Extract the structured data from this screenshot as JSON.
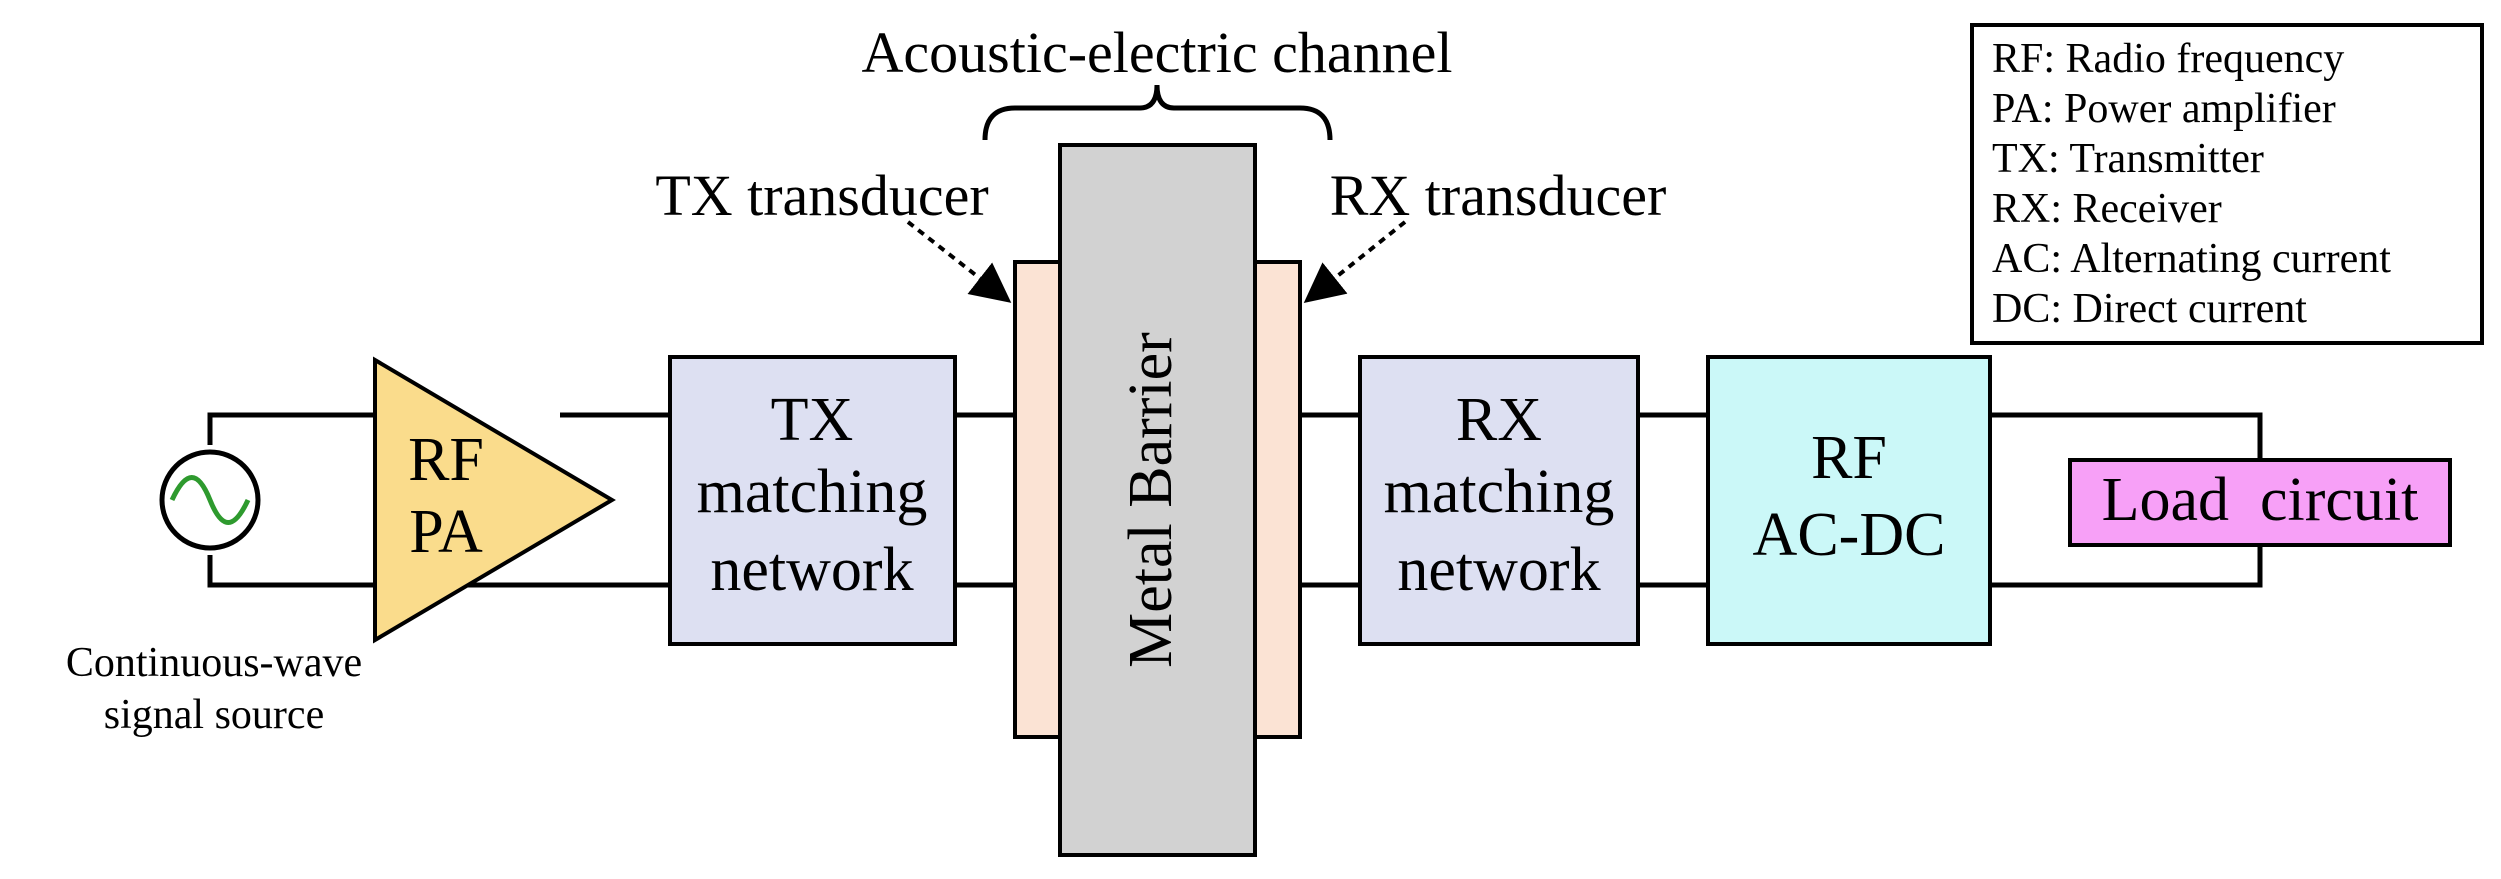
{
  "channel_label": "Acoustic-electric channel",
  "tx_transducer_label": "TX transducer",
  "rx_transducer_label": "RX transducer",
  "source_label_line1": "Continuous-wave",
  "source_label_line2": "signal source",
  "rf_pa": {
    "line1": "RF",
    "line2": "PA"
  },
  "tx_matching": {
    "line1": "TX",
    "line2": "matching",
    "line3": "network"
  },
  "metal_barrier": "Metal Barrier",
  "rx_matching": {
    "line1": "RX",
    "line2": "matching",
    "line3": "network"
  },
  "rf_acdc": {
    "line1": "RF",
    "line2": "AC-DC"
  },
  "load_circuit": "Load  circuit",
  "legend": [
    "RF: Radio frequency",
    "PA: Power amplifier",
    "TX: Transmitter",
    "RX: Receiver",
    "AC: Alternating current",
    "DC: Direct current"
  ],
  "colors": {
    "rf_pa": "#fadc8c",
    "matching": "#dde0f2",
    "transducer": "#fbe3d4",
    "barrier": "#d2d2d2",
    "acdc": "#cbf8f8",
    "load": "#f7a0f7",
    "source_wave": "#2e9a2e"
  }
}
